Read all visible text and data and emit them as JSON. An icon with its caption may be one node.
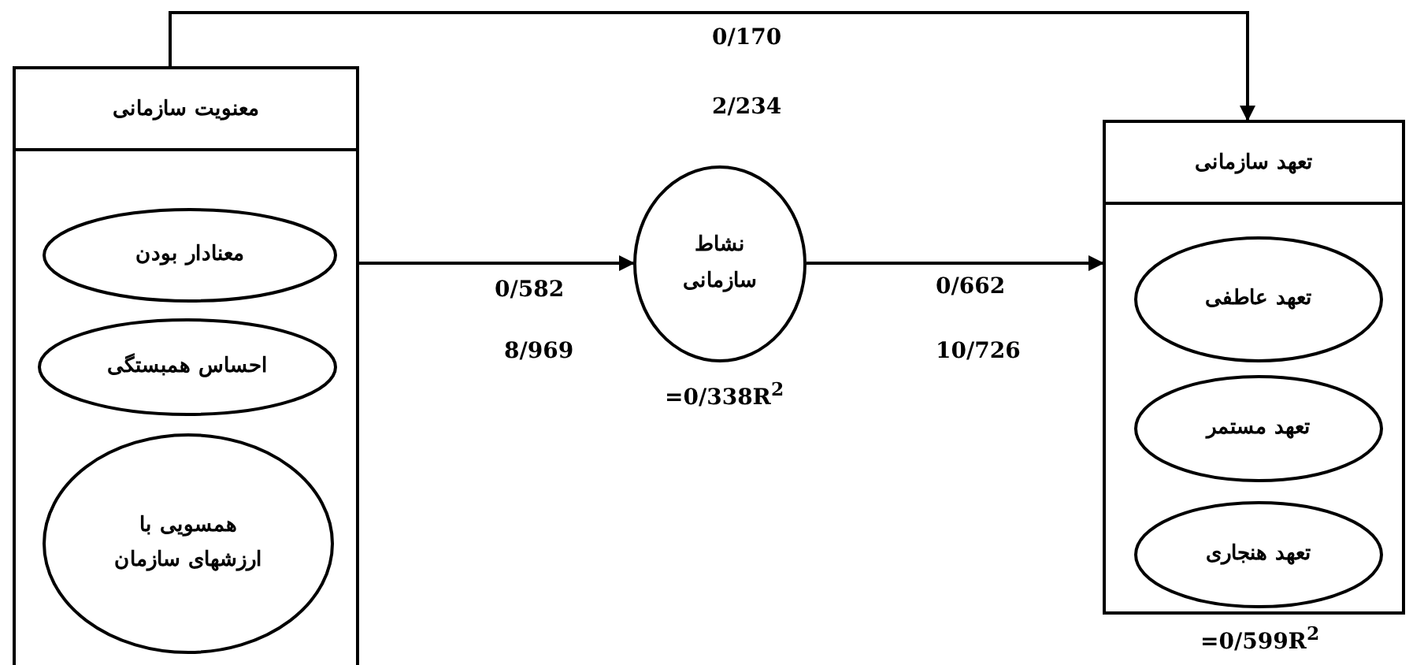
{
  "diagram": {
    "nodes": [
      {
        "text": [
          "معنویت سازمانی"
        ]
      },
      {
        "text": [
          "معنادار بودن"
        ],
        "in": 0
      },
      {
        "text": [
          "احساس همبستگی"
        ],
        "in": 0
      },
      {
        "text": [
          "همسویی با ارزشهای سازمان"
        ],
        "in": 0
      },
      {
        "text": [
          "نشاط سازمانی"
        ],
        "beside": [
          "=0/338R$^{2}$"
        ]
      },
      {
        "text": [
          "تعهد سازمانی"
        ],
        "beside": [
          "=0/599R$^{2}$"
        ]
      },
      {
        "text": [
          "تعهد عاطفی"
        ],
        "in": 5
      },
      {
        "text": [
          "تعهد مستمر"
        ],
        "in": 5
      },
      {
        "text": [
          "تعهد هنجاری"
        ],
        "in": 5
      }
    ],
    "edges": [
      {
        "from": 0,
        "to": 5,
        "arrow": "to",
        "label": "0/170"
      },
      {
        "from": 0,
        "to": 4,
        "arrow": "to",
        "label": "0/582"
      },
      {
        "from": 4,
        "to": 5,
        "arrow": "to",
        "label": "0/662"
      }
    ],
    "labels": [
      "2/234",
      "8/969",
      "10/726"
    ]
  }
}
